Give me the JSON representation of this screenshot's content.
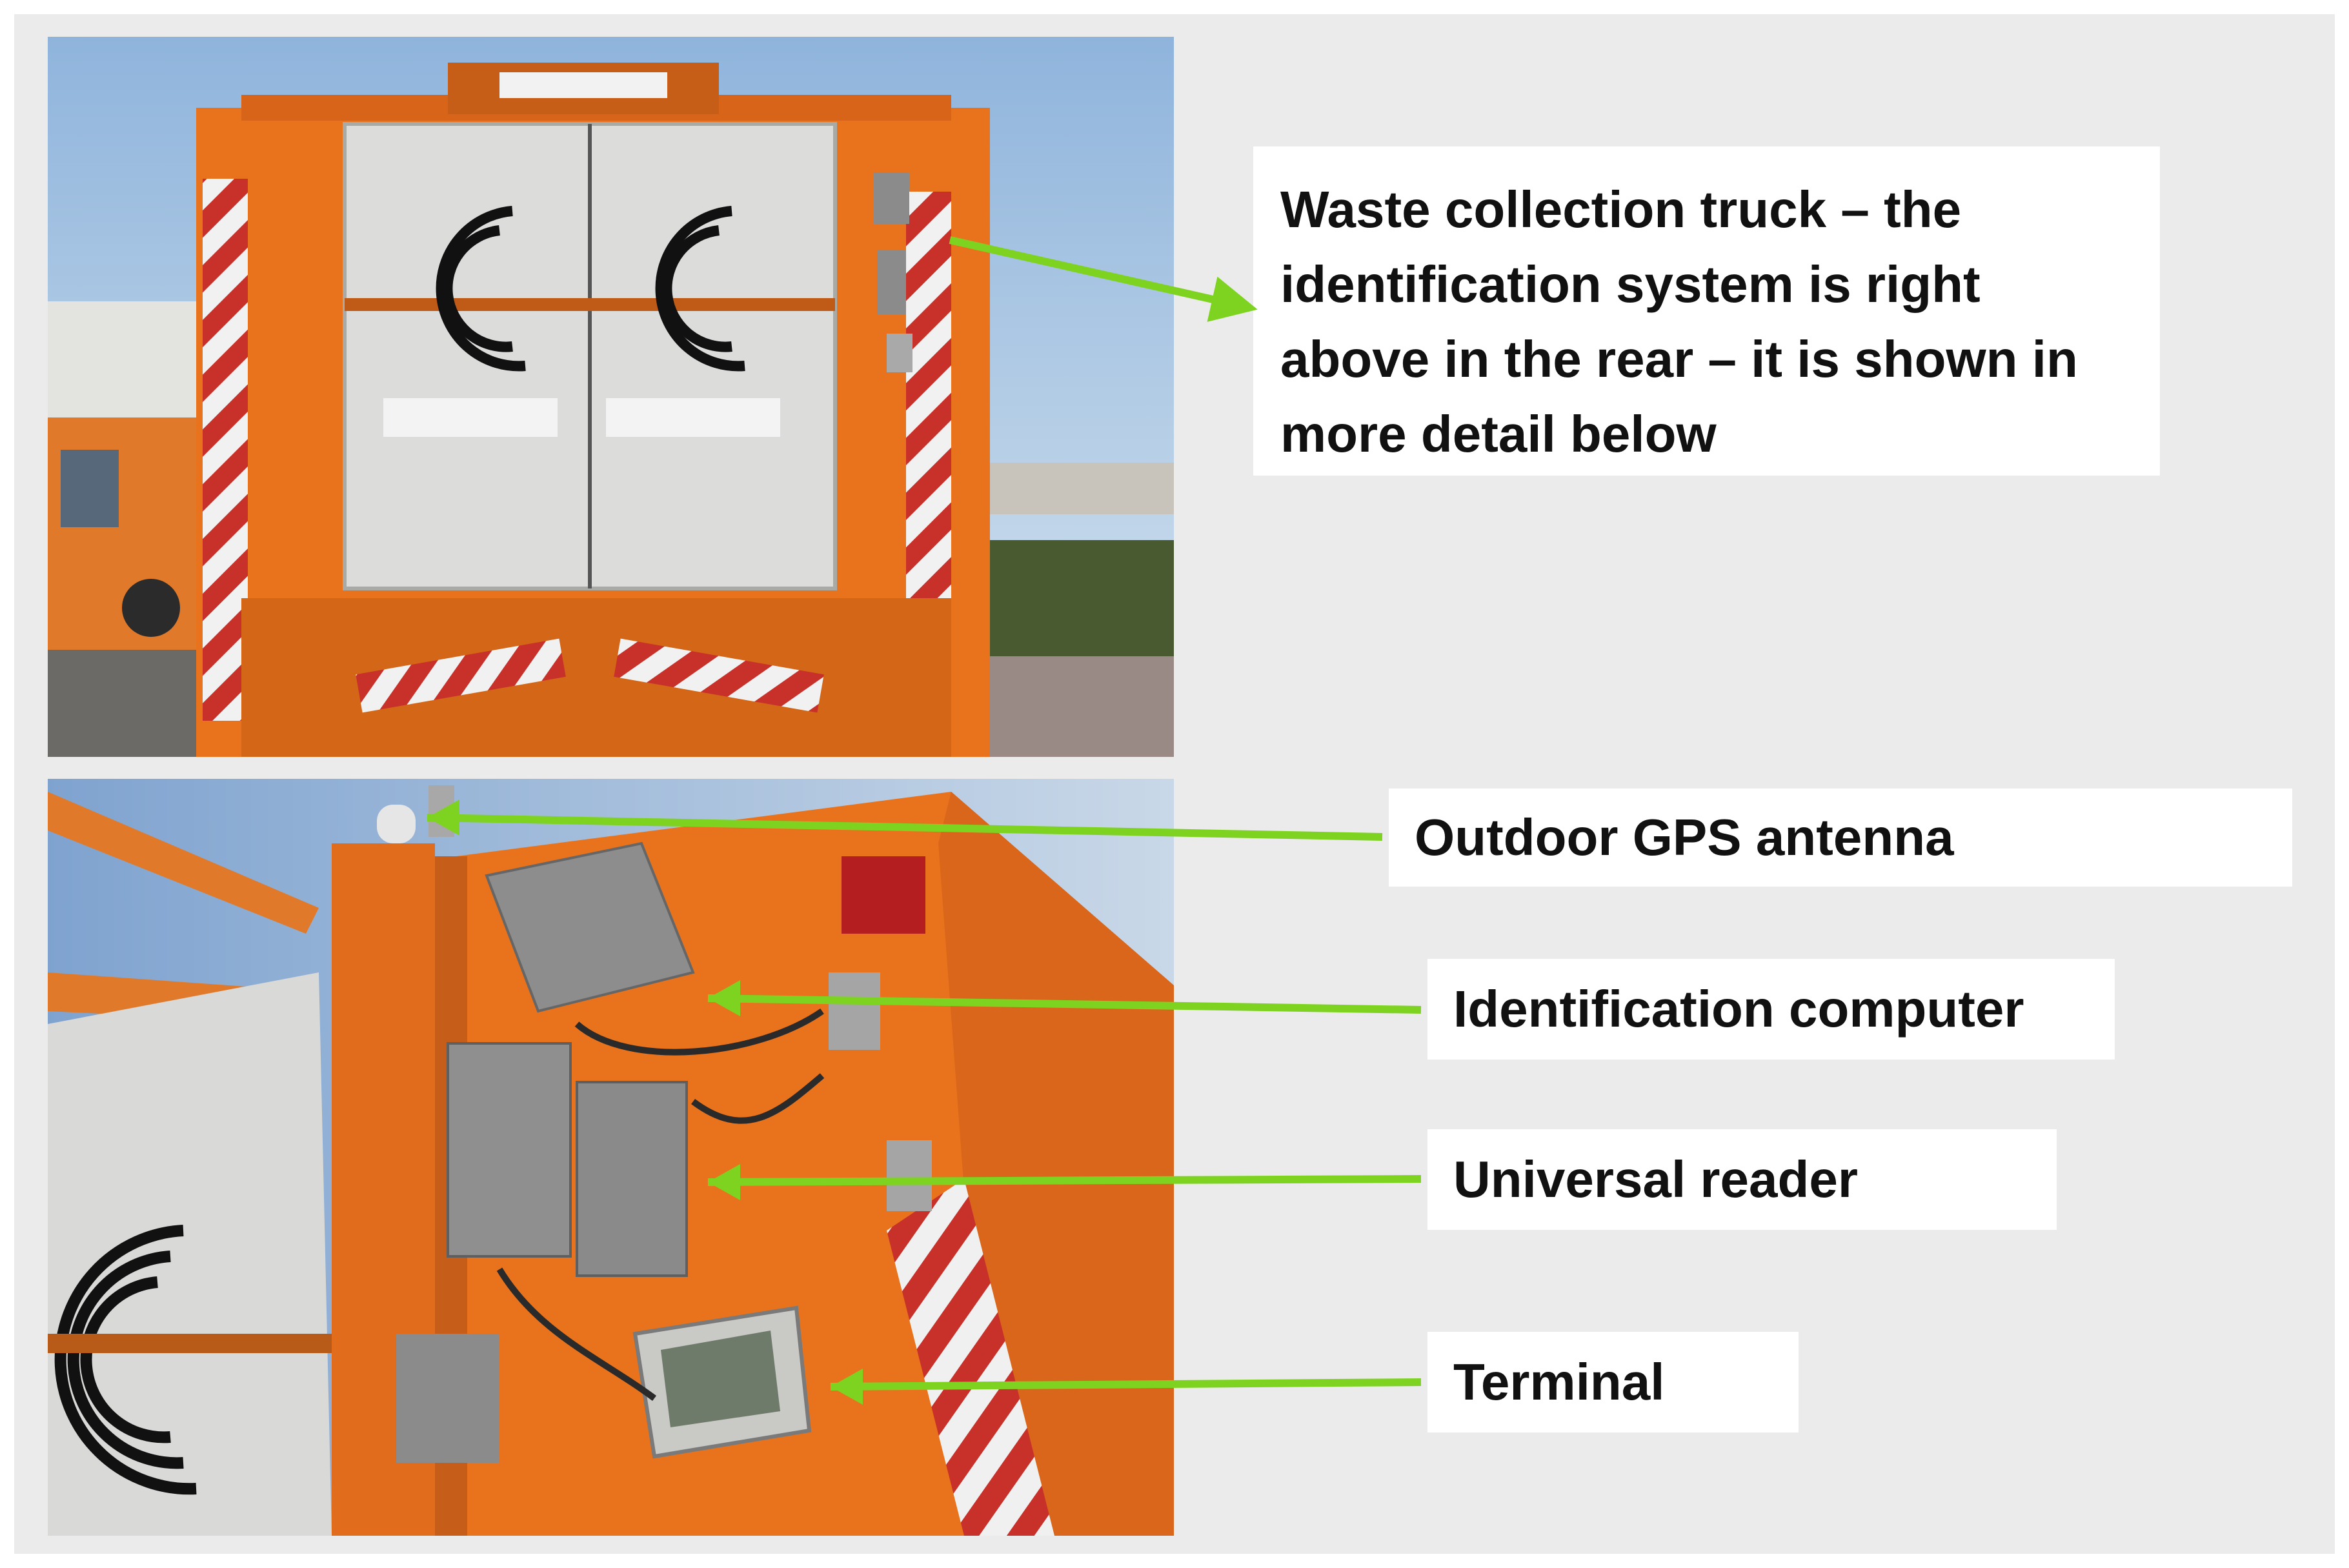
{
  "main_callout": {
    "text": "Waste collection truck – the identification system is right above in the rear – it is shown in more detail below"
  },
  "labels": {
    "gps_antenna": "Outdoor GPS antenna",
    "identification_computer": "Identification computer",
    "universal_reader": "Universal reader",
    "terminal": "Terminal"
  },
  "colors": {
    "arrow": "#7ed321",
    "truck_orange": "#e8731c",
    "background": "#ebebeb"
  }
}
